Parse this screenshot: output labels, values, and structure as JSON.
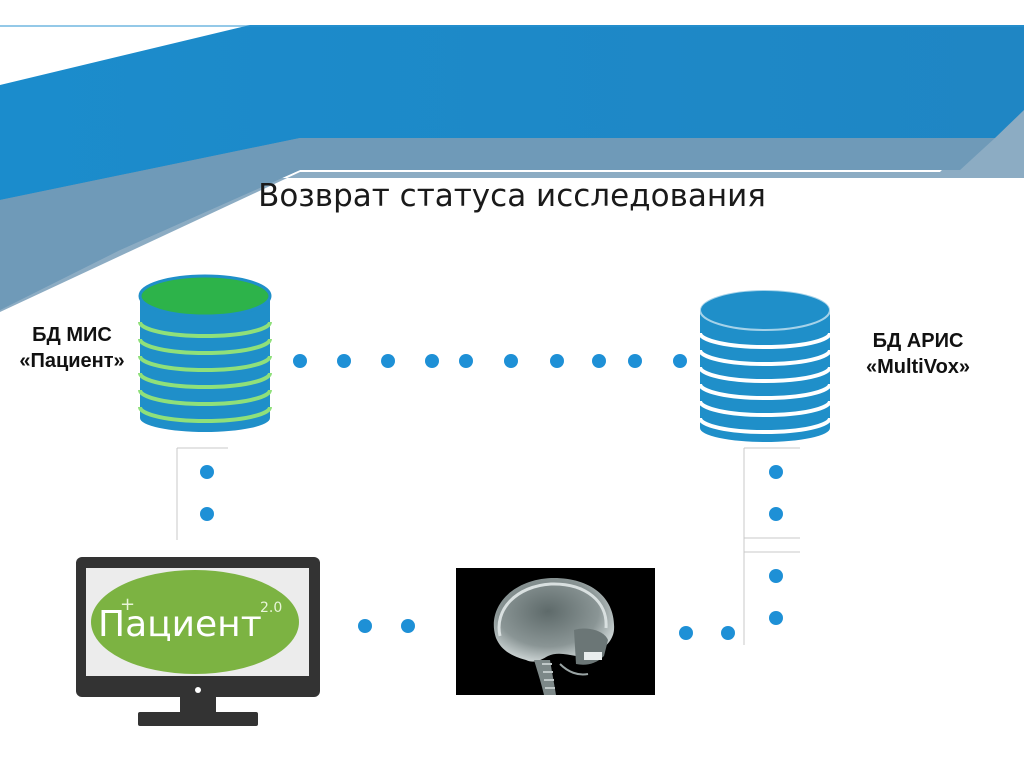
{
  "title": "Возврат статуса исследования",
  "db_left": {
    "line1": "БД МИС",
    "line2": "«Пациент»",
    "top_color": "#2db34a",
    "stripe_color": "#1f8fc9"
  },
  "db_right": {
    "line1": "БД АРИС",
    "line2": "«MultiVox»",
    "top_color": "#1f8fc9",
    "stripe_color": "#1f8fc9"
  },
  "monitor_logo": {
    "text": "Пациент",
    "version": "2.0",
    "plus": "+",
    "color": "#7cb342"
  },
  "colors": {
    "banner_dark": "#1a7fc0",
    "banner_light": "#5b8fb4",
    "dot": "#1e90d6"
  }
}
